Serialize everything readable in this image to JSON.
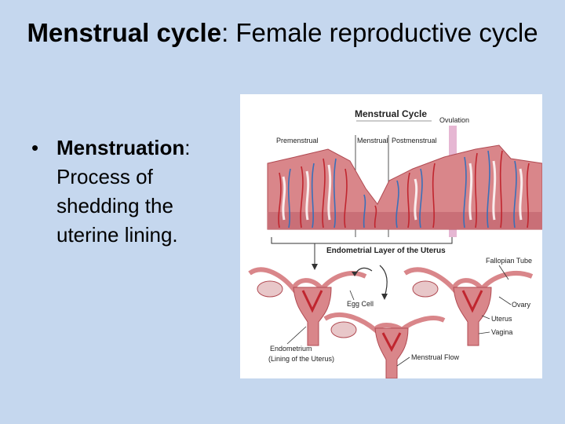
{
  "title": {
    "bold": "Menstrual cycle",
    "colon": ":",
    "rest": "  Female reproductive cycle"
  },
  "bullet": {
    "symbol": "•",
    "term": "Menstruation",
    "colon": ":",
    "definition": " Process of shedding the uterine lining."
  },
  "figure": {
    "heading": "Menstrual Cycle",
    "ovulation": "Ovulation",
    "phases": [
      "Premenstrual",
      "Menstrual",
      "Postmenstrual"
    ],
    "endometrial_layer": "Endometrial Layer of the Uterus",
    "labels": {
      "fallopian_tube": "Fallopian Tube",
      "egg_cell": "Egg Cell",
      "ovary": "Ovary",
      "uterus": "Uterus",
      "vagina": "Vagina",
      "endometrium": "Endometrium",
      "endometrium_sub": "(Lining of the Uterus)",
      "menstrual_flow": "Menstrual Flow"
    },
    "colors": {
      "tissue": "#d9868a",
      "tissue_dark": "#b04a52",
      "vessel_red": "#c0262f",
      "vessel_blue": "#3a6fb8",
      "ovulation_band": "#e6b7d3"
    }
  }
}
